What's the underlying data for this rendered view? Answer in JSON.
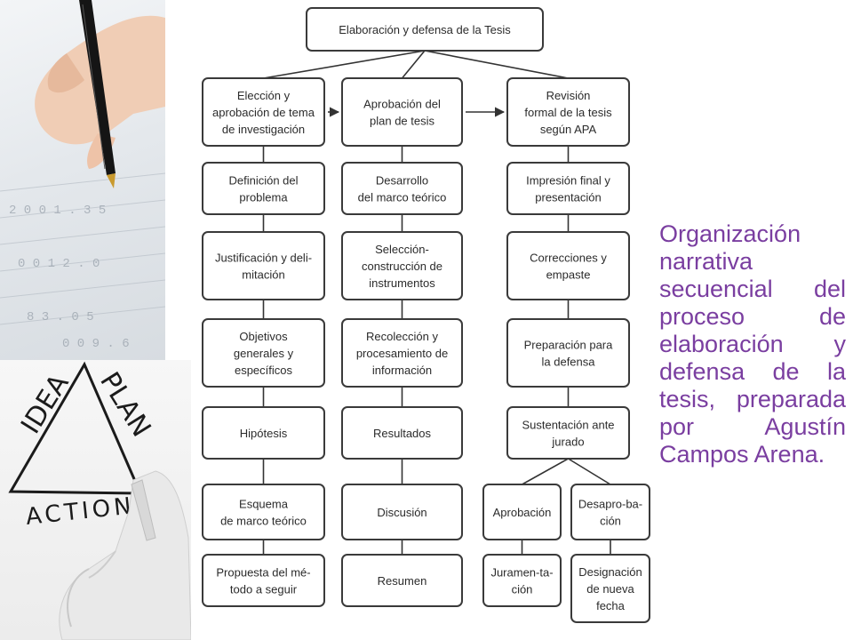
{
  "diagram": {
    "nodes": [
      {
        "id": "root",
        "label": "Elaboración y defensa de la Tesis"
      },
      {
        "id": "c1r1",
        "label": "Elección y\naprobación de tema\nde investigación"
      },
      {
        "id": "c1r2",
        "label": "Definición del\nproblema"
      },
      {
        "id": "c1r3",
        "label": "Justificación y deli-\nmitación"
      },
      {
        "id": "c1r4",
        "label": "Objetivos\ngenerales y\nespecíficos"
      },
      {
        "id": "c1r5",
        "label": "Hipótesis"
      },
      {
        "id": "c1r6",
        "label": "Esquema\nde marco teórico"
      },
      {
        "id": "c1r7",
        "label": "Propuesta del mé-\ntodo a seguir"
      },
      {
        "id": "c2r1",
        "label": "Aprobación del\nplan de tesis"
      },
      {
        "id": "c2r2",
        "label": "Desarrollo\ndel marco teórico"
      },
      {
        "id": "c2r3",
        "label": "Selección-\nconstrucción de\ninstrumentos"
      },
      {
        "id": "c2r4",
        "label": "Recolección y\nprocesamiento de\ninformación"
      },
      {
        "id": "c2r5",
        "label": "Resultados"
      },
      {
        "id": "c2r6",
        "label": "Discusión"
      },
      {
        "id": "c2r7",
        "label": "Resumen"
      },
      {
        "id": "c3r1",
        "label": "Revisión\nformal de la tesis\nsegún APA"
      },
      {
        "id": "c3r2",
        "label": "Impresión final y\npresentación"
      },
      {
        "id": "c3r3",
        "label": "Correcciones y\nempaste"
      },
      {
        "id": "c3r4",
        "label": "Preparación para\nla defensa"
      },
      {
        "id": "c3r5",
        "label": "Sustentación ante\njurado"
      },
      {
        "id": "c3a6",
        "label": "Aprobación"
      },
      {
        "id": "c3b6",
        "label": "Desapro-ba-\nción"
      },
      {
        "id": "c3a7",
        "label": "Juramen-ta-\nción"
      },
      {
        "id": "c3b7",
        "label": "Designación\nde nueva\nfecha"
      }
    ],
    "edges": [
      [
        "root",
        "c1r1"
      ],
      [
        "root",
        "c2r1"
      ],
      [
        "root",
        "c3r1"
      ],
      [
        "c1r1",
        "c2r1"
      ],
      [
        "c2r1",
        "c3r1"
      ],
      [
        "c1r1",
        "c1r2"
      ],
      [
        "c1r2",
        "c1r3"
      ],
      [
        "c1r3",
        "c1r4"
      ],
      [
        "c1r4",
        "c1r5"
      ],
      [
        "c1r5",
        "c1r6"
      ],
      [
        "c1r6",
        "c1r7"
      ],
      [
        "c2r1",
        "c2r2"
      ],
      [
        "c2r2",
        "c2r3"
      ],
      [
        "c2r3",
        "c2r4"
      ],
      [
        "c2r4",
        "c2r5"
      ],
      [
        "c2r5",
        "c2r6"
      ],
      [
        "c2r6",
        "c2r7"
      ],
      [
        "c3r1",
        "c3r2"
      ],
      [
        "c3r2",
        "c3r3"
      ],
      [
        "c3r3",
        "c3r4"
      ],
      [
        "c3r4",
        "c3r5"
      ],
      [
        "c3r5",
        "c3a6"
      ],
      [
        "c3r5",
        "c3b6"
      ],
      [
        "c3a6",
        "c3a7"
      ],
      [
        "c3b6",
        "c3b7"
      ]
    ]
  },
  "illustration": {
    "top_photo": "hand-writing-with-pen",
    "bottom_photo": "hand-drawing-idea-plan-action-triangle",
    "triangle_words": [
      "IDEA",
      "PLAN",
      "ACTION"
    ]
  },
  "caption": "Organización narrativa secuencial del proceso de elaboración y defensa de la tesis, preparada por Agustín Campos Arena.",
  "colors": {
    "caption": "#7a3ea0",
    "node_border": "#3a3a3a",
    "ink": "#1b1b1b"
  }
}
